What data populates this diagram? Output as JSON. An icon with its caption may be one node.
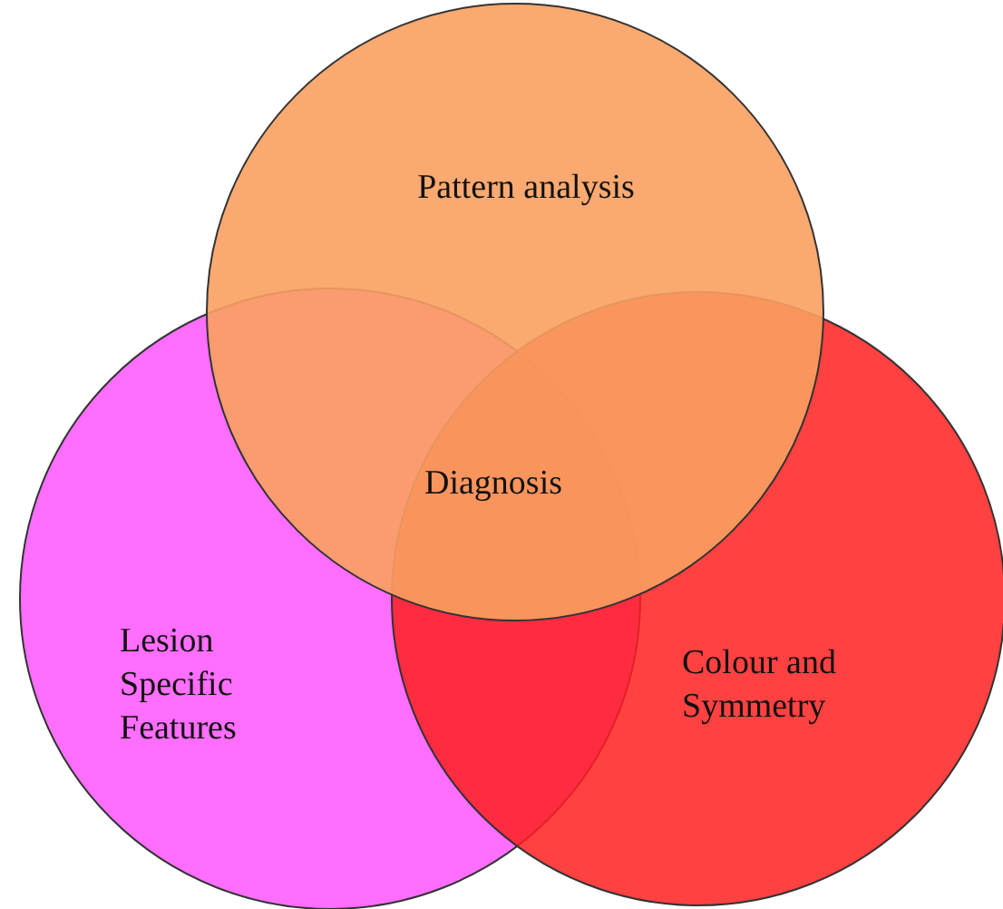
{
  "diagram": {
    "nodes": [
      {
        "text": [
          "Pattern analysis"
        ]
      },
      {
        "text": [
          "Lesion Specific Features"
        ]
      },
      {
        "text": [
          "Colour and Symmetry"
        ]
      }
    ],
    "labels": [
      "Diagnosis"
    ]
  }
}
